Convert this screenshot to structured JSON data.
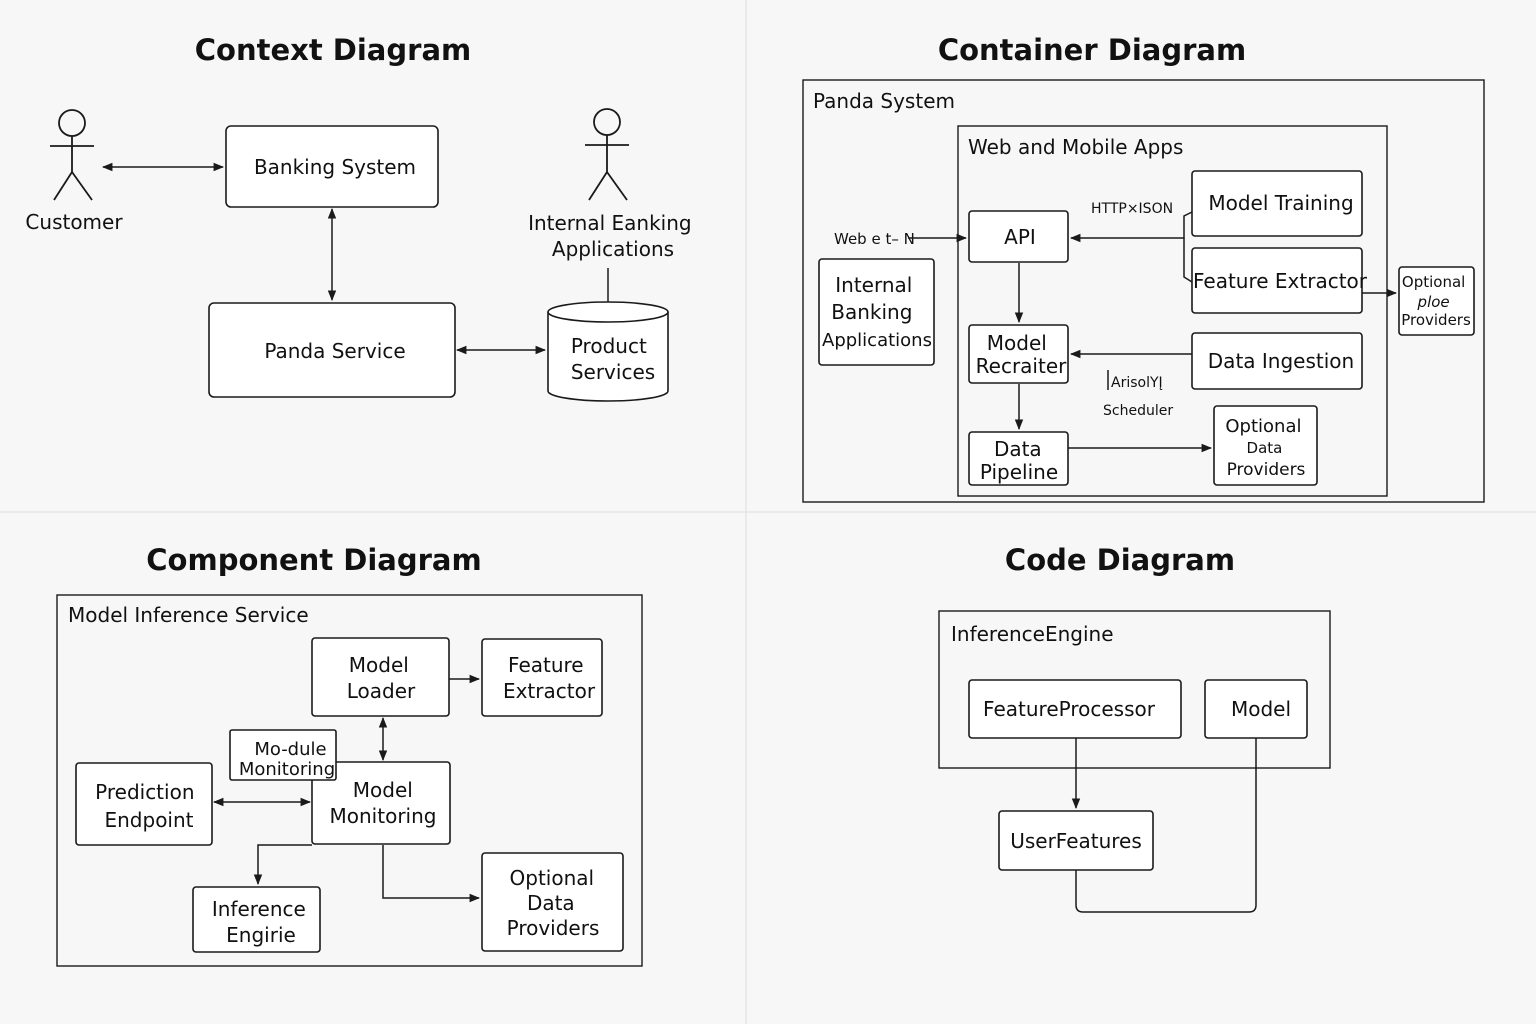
{
  "context": {
    "title": "Context Diagram",
    "customer": "Customer",
    "internal_apps": [
      "Internal Eanking",
      "Applications"
    ],
    "banking_system": "Banking System",
    "panda_service": "Panda Service",
    "product_services": [
      "Product",
      "Services"
    ]
  },
  "container": {
    "title": "Container Diagram",
    "panda_system": "Panda System",
    "web_mobile": "Web and Mobile Apps",
    "api": "API",
    "model_training": "Model Training",
    "feature_extractor": "Feature Extractor",
    "data_ingestion": "Data Ingestion",
    "model_recraiter": [
      "Model",
      "Recraiter"
    ],
    "data_pipeline": [
      "Data",
      "Pipeline"
    ],
    "optional_data_providers": [
      "Optional",
      "Data",
      "Providers"
    ],
    "optional_ploe_providers": [
      "Optional",
      "ploe",
      "Providers"
    ],
    "internal_banking_apps": [
      "Internal",
      "Banking",
      "Applications"
    ],
    "web_label": "Web e t– N",
    "http_json": "HTTP×ISON",
    "arisolyl": "ArisolYĮ",
    "scheduler": "Scheduler"
  },
  "component": {
    "title": "Component Diagram",
    "model_inference_service": "Model Inference Service",
    "model_loader": [
      "Model",
      "Loader"
    ],
    "feature_extractor": [
      "Feature",
      "Extractor"
    ],
    "module_monitoring": [
      "Mo-dule",
      "Monitoring"
    ],
    "prediction_endpoint": [
      "Prediction",
      "Endpoint"
    ],
    "model_monitoring": [
      "Model",
      "Monitoring"
    ],
    "inference_engine": [
      "Inference",
      "Engirie"
    ],
    "optional_data_providers": [
      "Optional",
      "Data",
      "Providers"
    ]
  },
  "code": {
    "title": "Code Diagram",
    "inference_engine": "InferenceEngine",
    "feature_processor": "FeatureProcessor",
    "model": "Model",
    "user_features": "UserFeatures"
  }
}
